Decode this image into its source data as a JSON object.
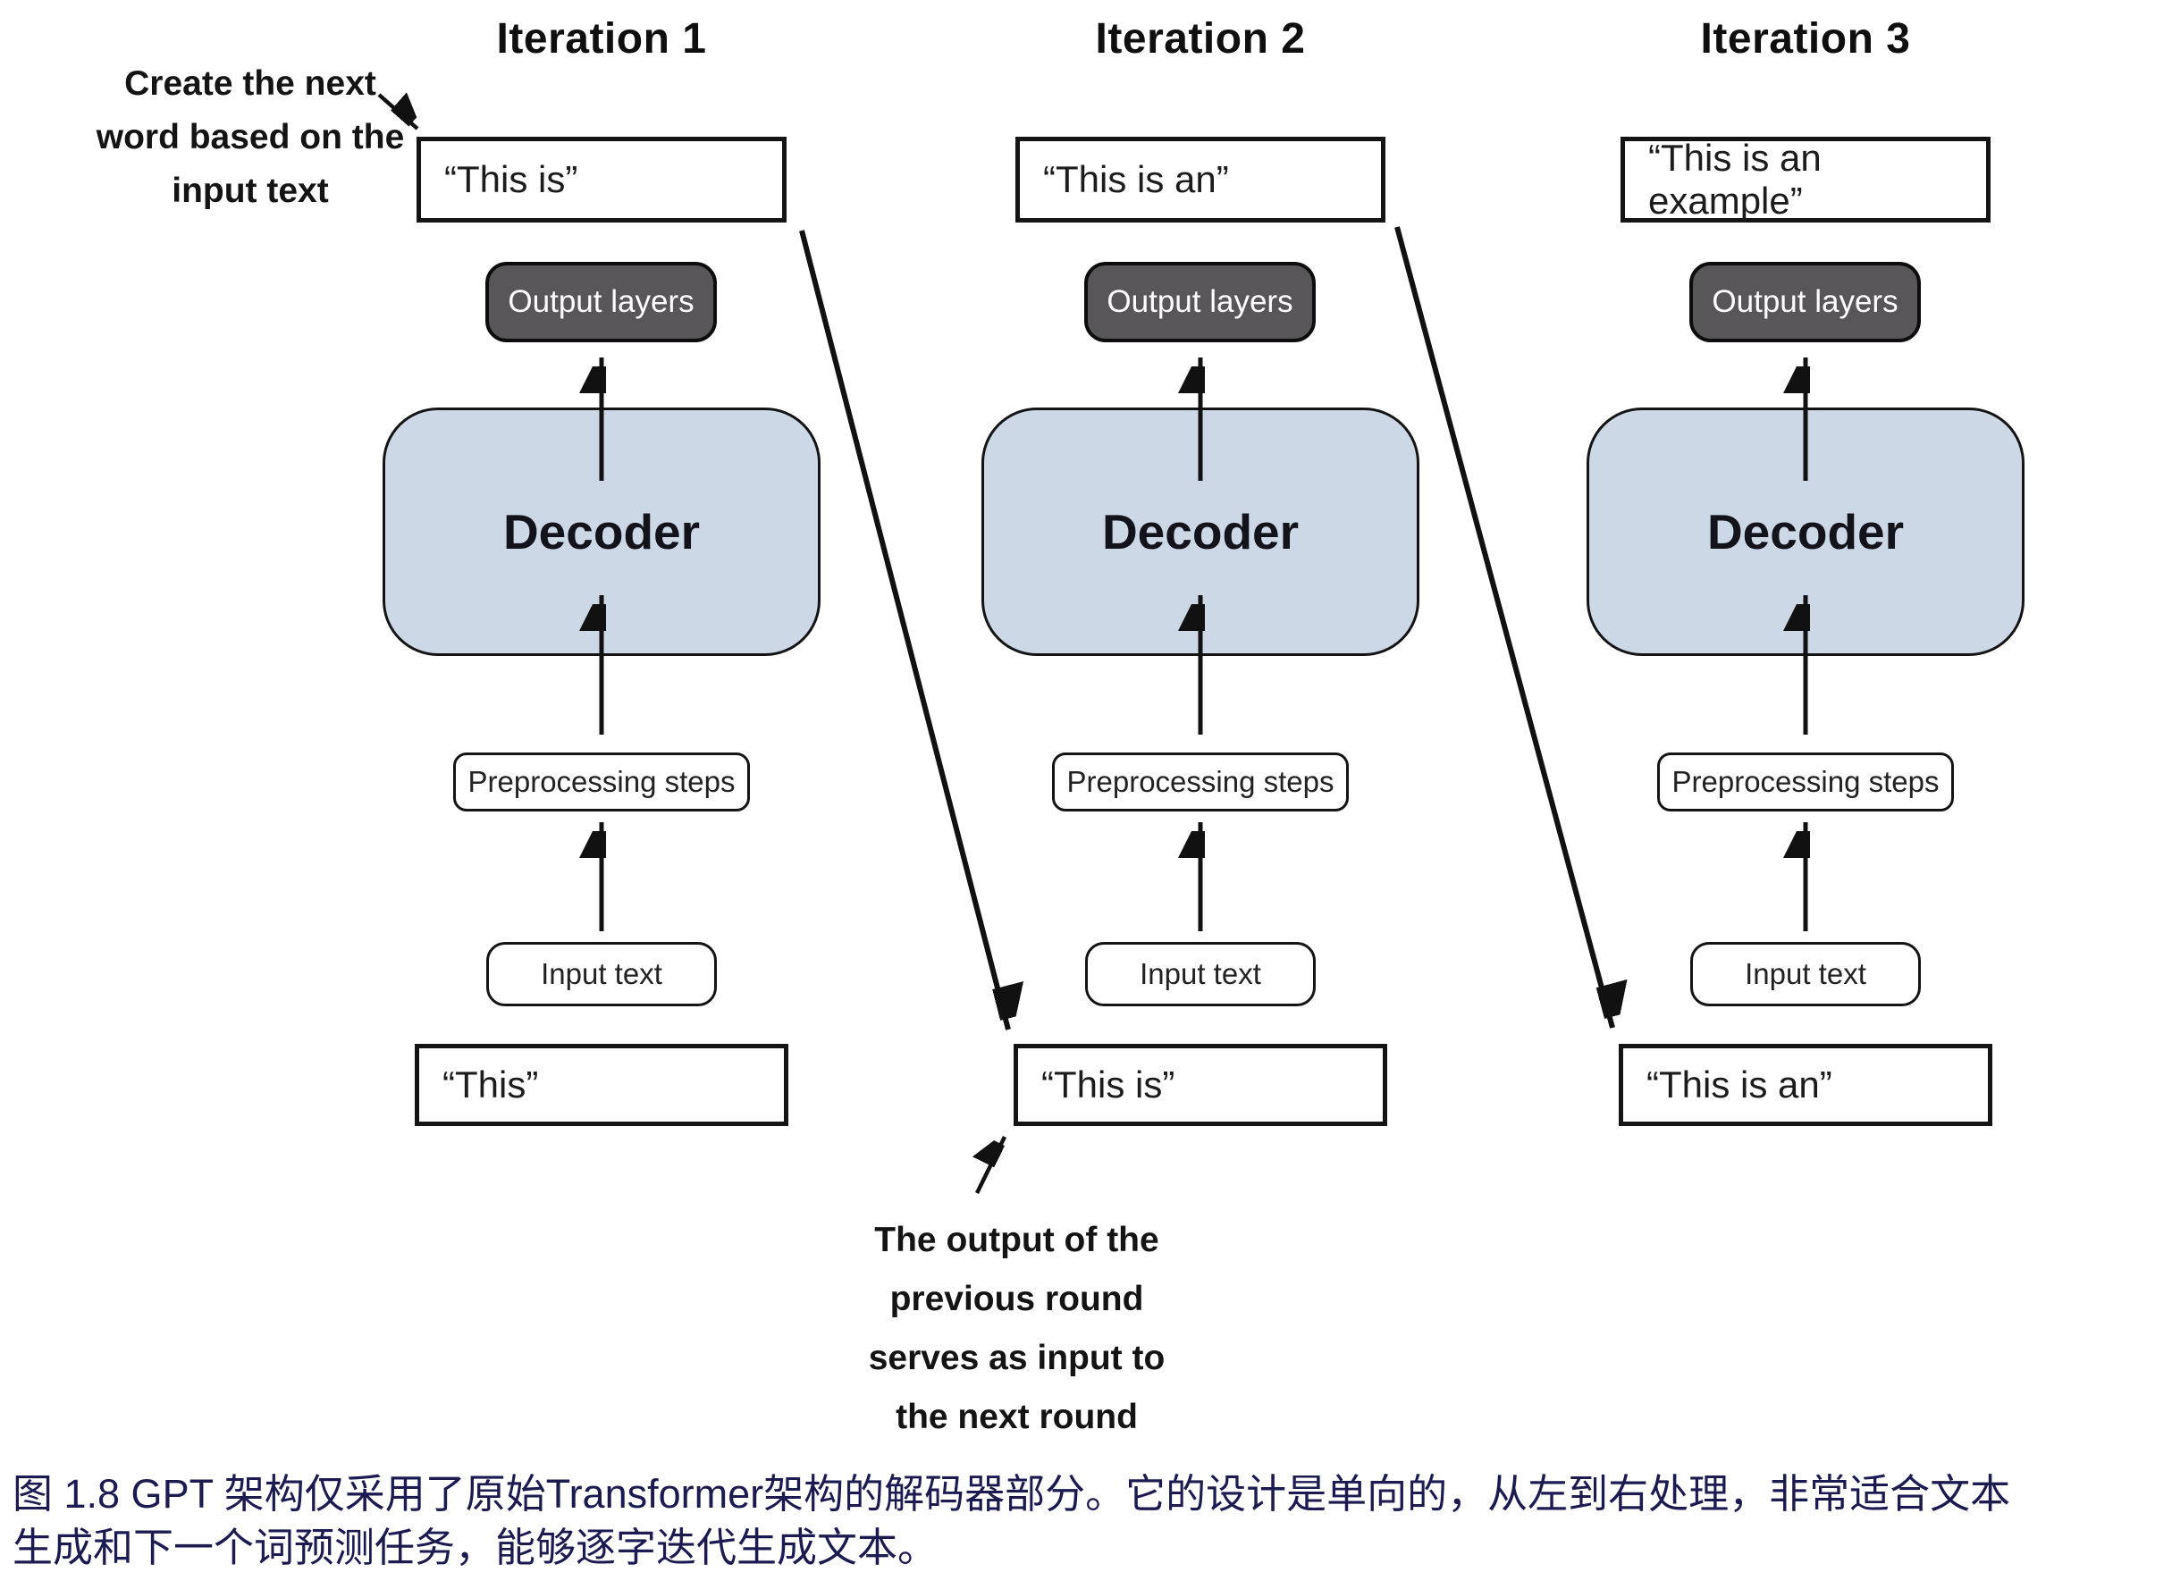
{
  "figure": {
    "caption_lines": [
      "图 1.8  GPT 架构仅采用了原始Transformer架构的解码器部分。它的设计是单向的，从左到右处理，非常适合文本",
      "生成和下一个词预测任务，能够逐字迭代生成文本。"
    ]
  },
  "annotations": {
    "create_next": {
      "lines": [
        "Create the next",
        "word based on the",
        "input text"
      ]
    },
    "output_previous": {
      "lines": [
        "The output of the",
        "previous round",
        "serves as input to",
        "the next round"
      ]
    }
  },
  "shared": {
    "output_layers": "Output layers",
    "decoder": "Decoder",
    "preprocessing": "Preprocessing steps",
    "input_label": "Input text"
  },
  "iterations": [
    {
      "title": "Iteration 1",
      "output_text": "“This is”",
      "input_text": "“This”"
    },
    {
      "title": "Iteration 2",
      "output_text": "“This is an”",
      "input_text": "“This is”"
    },
    {
      "title": "Iteration 3",
      "output_text": "“This is an example”",
      "input_text": "“This is an”"
    }
  ],
  "colors": {
    "background": "#ffffff",
    "decoder_fill": "#cdd8e7",
    "output_fill": "#59565a",
    "output_text": "#ffffff",
    "line_color": "#111111",
    "caption_color": "#1b1b52"
  }
}
